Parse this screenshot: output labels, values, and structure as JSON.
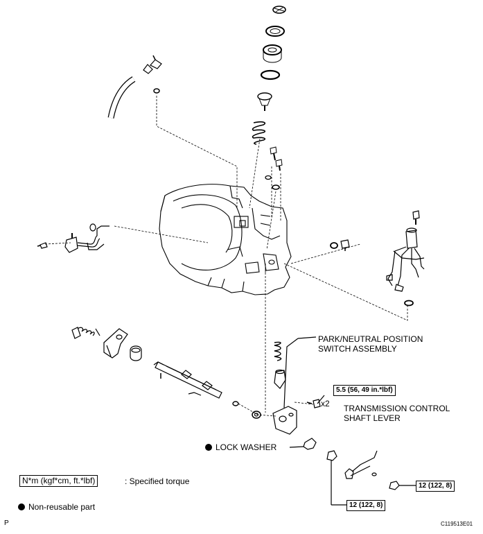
{
  "labels": {
    "park_neutral_line1": "PARK/NEUTRAL POSITION",
    "park_neutral_line2": "SWITCH ASSEMBLY",
    "torque_switch": "5.5 (56, 49 in.*lbf)",
    "qty": "x2",
    "control_lever_line1": "TRANSMISSION CONTROL",
    "control_lever_line2": "SHAFT LEVER",
    "lock_washer": "LOCK WASHER",
    "torque_nut_left": "12 (122, 8)",
    "torque_nut_right": "12 (122, 8)"
  },
  "legend": {
    "torque_unit": "N*m (kgf*cm, ft.*lbf)",
    "torque_desc": ": Specified torque",
    "non_reusable": "Non-reusable part"
  },
  "footer": {
    "page_letter": "P",
    "figure_code": "C119513E01"
  }
}
